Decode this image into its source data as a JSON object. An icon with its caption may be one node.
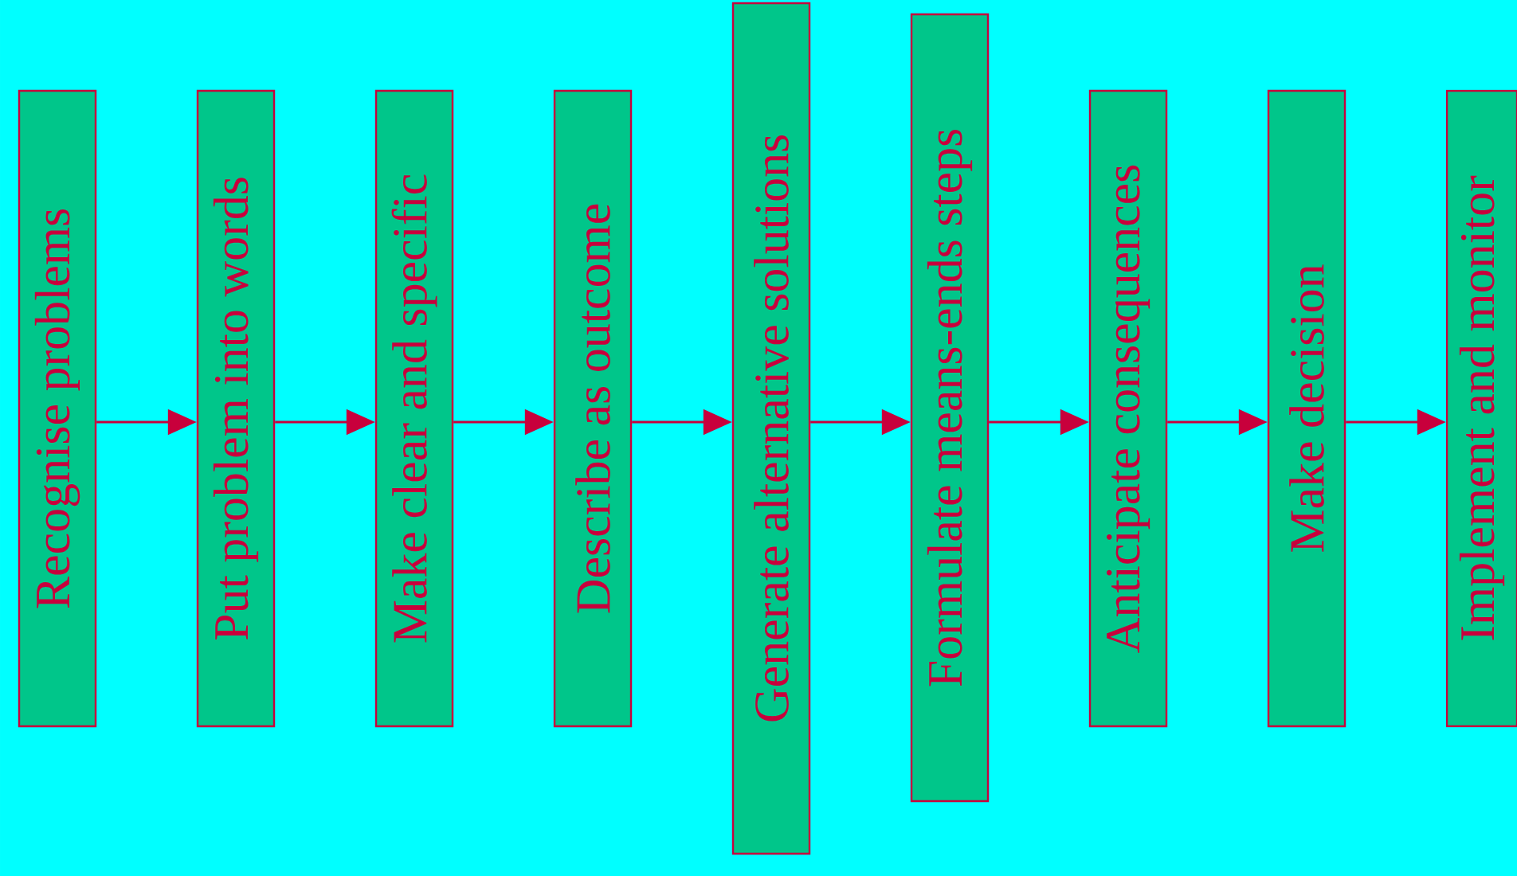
{
  "diagram": {
    "nodes": [
      {
        "text": [
          "Recognise problems"
        ]
      },
      {
        "text": [
          "Put problem into words"
        ]
      },
      {
        "text": [
          "Make clear and specific"
        ]
      },
      {
        "text": [
          "Describe as outcome"
        ]
      },
      {
        "text": [
          "Generate alternative solutions"
        ]
      },
      {
        "text": [
          "Formulate means-ends steps"
        ]
      },
      {
        "text": [
          "Anticipate consequences"
        ]
      },
      {
        "text": [
          "Make decision"
        ]
      },
      {
        "text": [
          "Implement and monitor"
        ]
      }
    ],
    "edges": [
      {
        "from": 0,
        "to": 1,
        "arrow": "to"
      },
      {
        "from": 1,
        "to": 2,
        "arrow": "to"
      },
      {
        "from": 2,
        "to": 3,
        "arrow": "to"
      },
      {
        "from": 3,
        "to": 4,
        "arrow": "to"
      },
      {
        "from": 4,
        "to": 5,
        "arrow": "to"
      },
      {
        "from": 5,
        "to": 6,
        "arrow": "to"
      },
      {
        "from": 6,
        "to": 7,
        "arrow": "to"
      },
      {
        "from": 7,
        "to": 8,
        "arrow": "to"
      }
    ]
  }
}
